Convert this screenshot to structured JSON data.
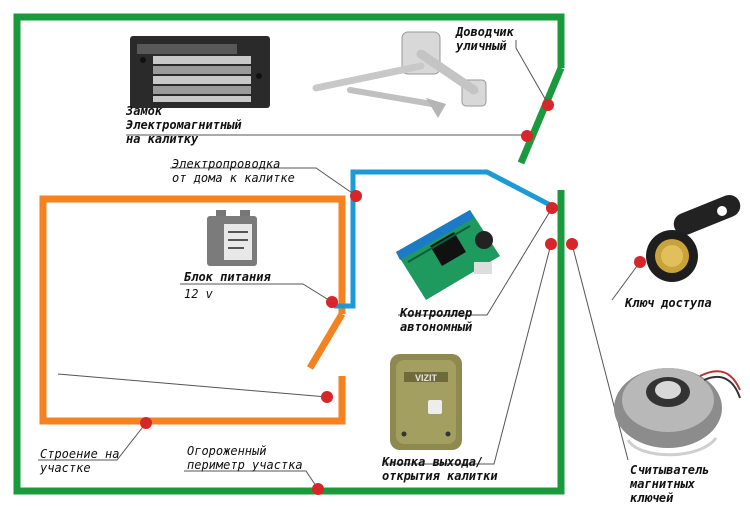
{
  "labels": {
    "closer": "Доводчик\nуличный",
    "lock": "Замок\nЭлектромагнитный\nна калитку",
    "wiring": "Электропроводка\nот дома к калитке",
    "psu_title": "Блок питания",
    "psu_volt": "12 v",
    "controller": "Контроллер\nавтономный",
    "key": "Ключ доступа",
    "building": "Строение на\nучастке",
    "perimeter": "Огороженный\nпериметр участка",
    "button": "Кнопка выхода/\nоткрытия калитки",
    "reader": "Считыватель\nмагнитных\nключей",
    "button_brand": "VIZIT"
  },
  "colors": {
    "fence": "#1a9a3c",
    "building": "#f5821f",
    "wire": "#1b9ad6",
    "marker": "#d7262a",
    "leader": "#555555"
  }
}
